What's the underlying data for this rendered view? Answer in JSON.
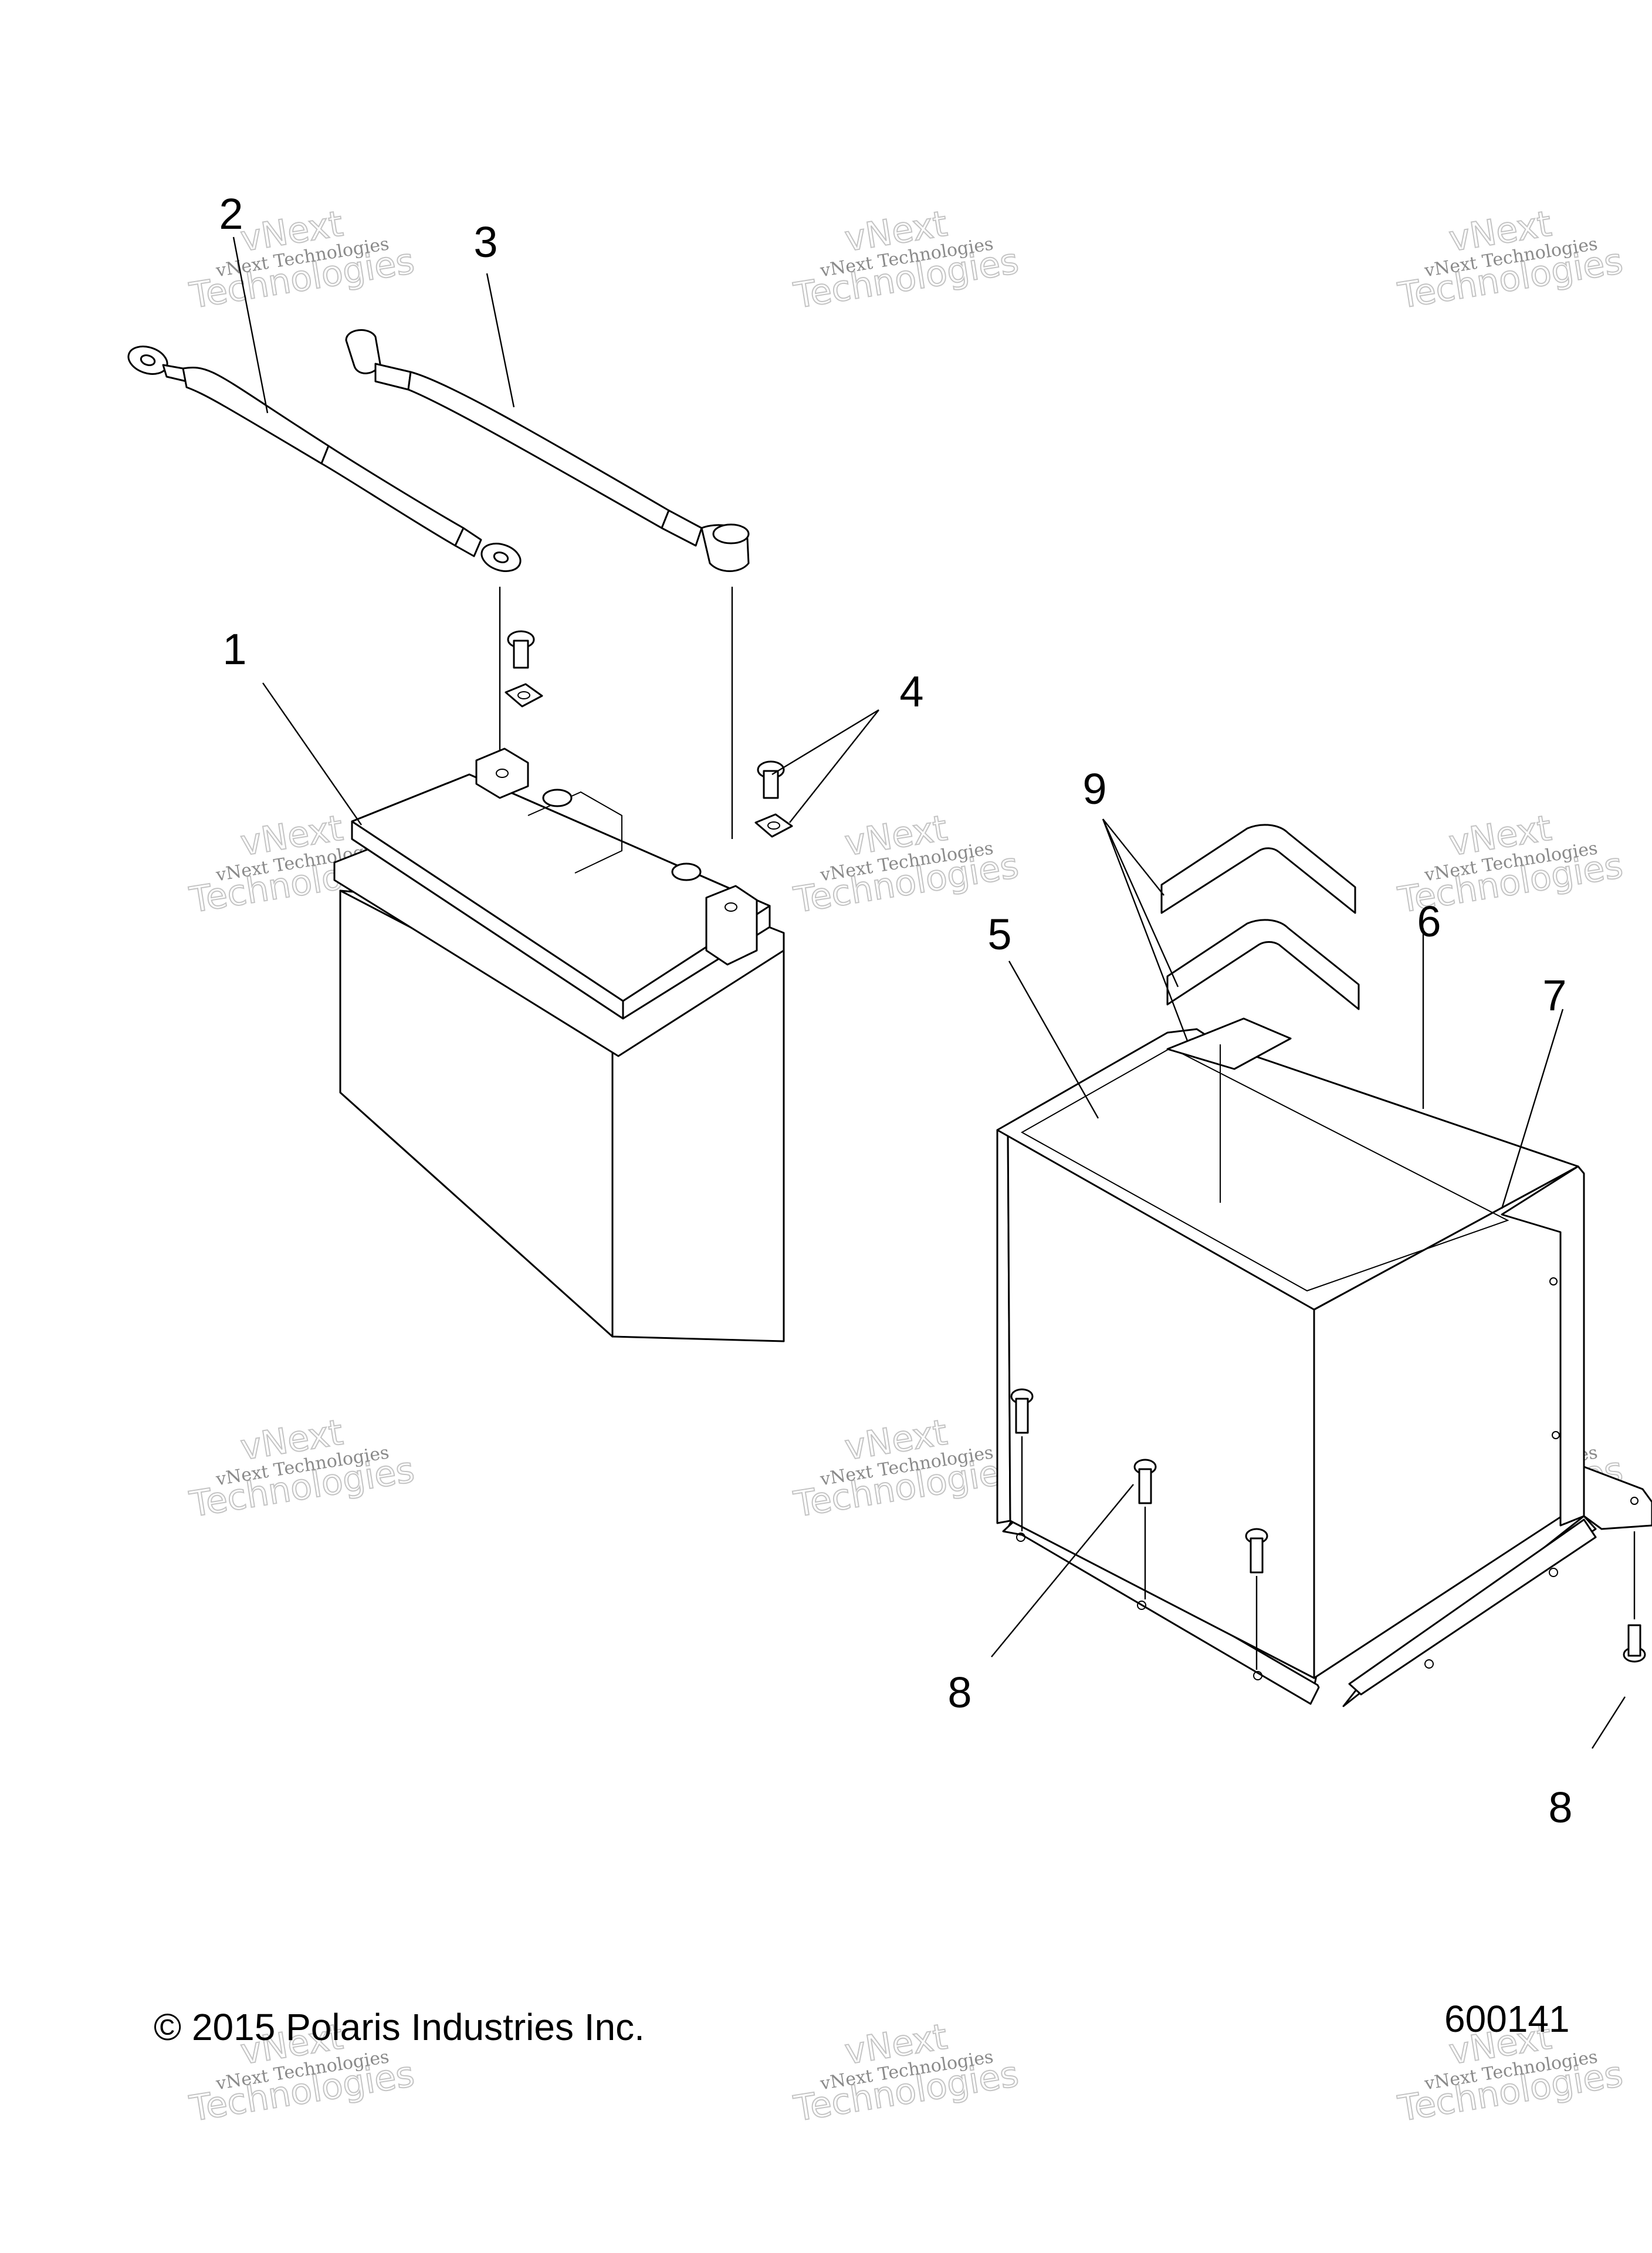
{
  "callouts": [
    "1",
    "2",
    "3",
    "4",
    "5",
    "6",
    "7",
    "8",
    "8",
    "9"
  ],
  "watermark": {
    "line1": "vNext Technologies",
    "line2": "Technologies",
    "line3": "vNext"
  },
  "footer": {
    "copyright": "© 2015 Polaris Industries Inc.",
    "drawing_number": "600141"
  }
}
